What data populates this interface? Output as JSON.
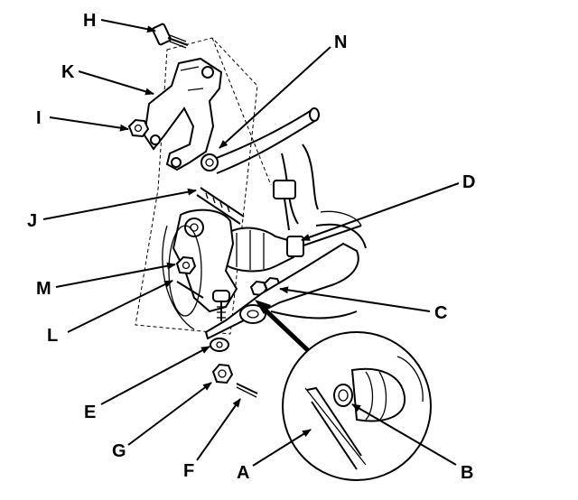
{
  "callouts": [
    {
      "id": "H",
      "text": "H"
    },
    {
      "id": "K",
      "text": "K"
    },
    {
      "id": "I",
      "text": "I"
    },
    {
      "id": "N",
      "text": "N"
    },
    {
      "id": "J",
      "text": "J"
    },
    {
      "id": "D",
      "text": "D"
    },
    {
      "id": "M",
      "text": "M"
    },
    {
      "id": "C",
      "text": "C"
    },
    {
      "id": "L",
      "text": "L"
    },
    {
      "id": "E",
      "text": "E"
    },
    {
      "id": "G",
      "text": "G"
    },
    {
      "id": "F",
      "text": "F"
    },
    {
      "id": "A",
      "text": "A"
    },
    {
      "id": "B",
      "text": "B"
    }
  ],
  "colors": {
    "ink": "#000000",
    "paper": "#ffffff"
  }
}
